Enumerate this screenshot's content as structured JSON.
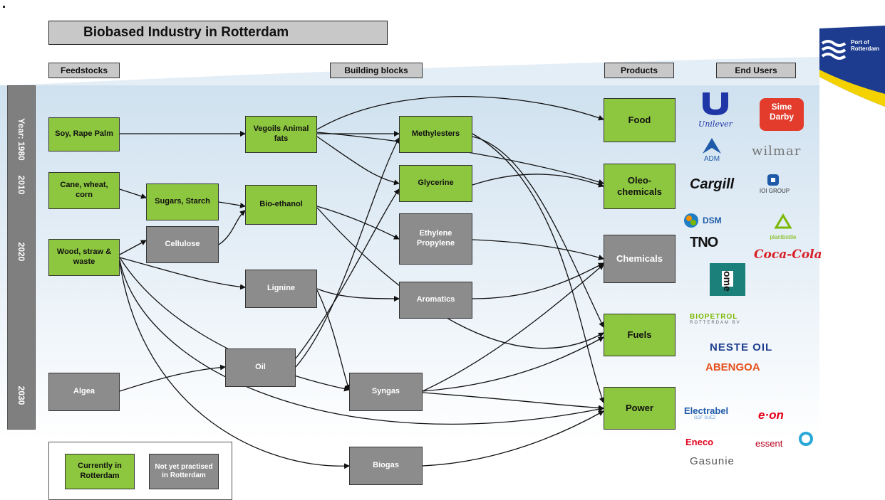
{
  "title": "Biobased Industry in Rotterdam",
  "headers": {
    "feedstocks": "Feedstocks",
    "building_blocks": "Building blocks",
    "products": "Products",
    "end_users": "End Users"
  },
  "timeline": {
    "y1980": "Year: 1980",
    "y2010": "2010",
    "y2020": "2020",
    "y2030": "2030"
  },
  "feedstocks": {
    "soy": "Soy, Rape Palm",
    "cane": "Cane, wheat, corn",
    "wood": "Wood, straw & waste",
    "algea": "Algea"
  },
  "intermediates": {
    "sugars": "Sugars, Starch",
    "cellulose": "Cellulose",
    "vegoils": "Vegoils Animal fats",
    "bioethanol": "Bio-ethanol",
    "lignine": "Lignine",
    "oil": "Oil"
  },
  "building_blocks": {
    "methylesters": "Methylesters",
    "glycerine": "Glycerine",
    "ethylene": "Ethylene Propylene",
    "aromatics": "Aromatics",
    "syngas": "Syngas",
    "biogas": "Biogas"
  },
  "products": {
    "food": "Food",
    "oleo": "Oleo-chemicals",
    "chemicals": "Chemicals",
    "fuels": "Fuels",
    "power": "Power"
  },
  "legend": {
    "current": "Currently in Rotterdam",
    "not_yet": "Not yet practised in Rotterdam"
  },
  "logos": {
    "unilever": "Unilever",
    "sime_darby": "Sime Darby",
    "adm": "ADM",
    "wilmar": "wilmar",
    "cargill": "Cargill",
    "ioi": "IOI GROUP",
    "dsm": "DSM",
    "plantbottle": "plantbottle",
    "tno": "TNO",
    "cocacola": "Coca-Cola",
    "ome": "ome",
    "biopetrol": "BIOPETROL",
    "biopetrol_sub": "ROTTERDAM BV",
    "neste": "NESTE OIL",
    "abengoa": "ABENGOA",
    "electrabel": "Electrabel",
    "electrabel_sub": "GDF SUEZ",
    "eon": "e·on",
    "eneco": "Eneco",
    "essent": "essent",
    "gasunie": "Gasunie",
    "port": "Port of Rotterdam"
  },
  "colors": {
    "current_green": "#8dc63f",
    "not_yet_gray": "#8c8c8c",
    "port_blue": "#1d3c8f",
    "port_yellow": "#f3d200"
  }
}
